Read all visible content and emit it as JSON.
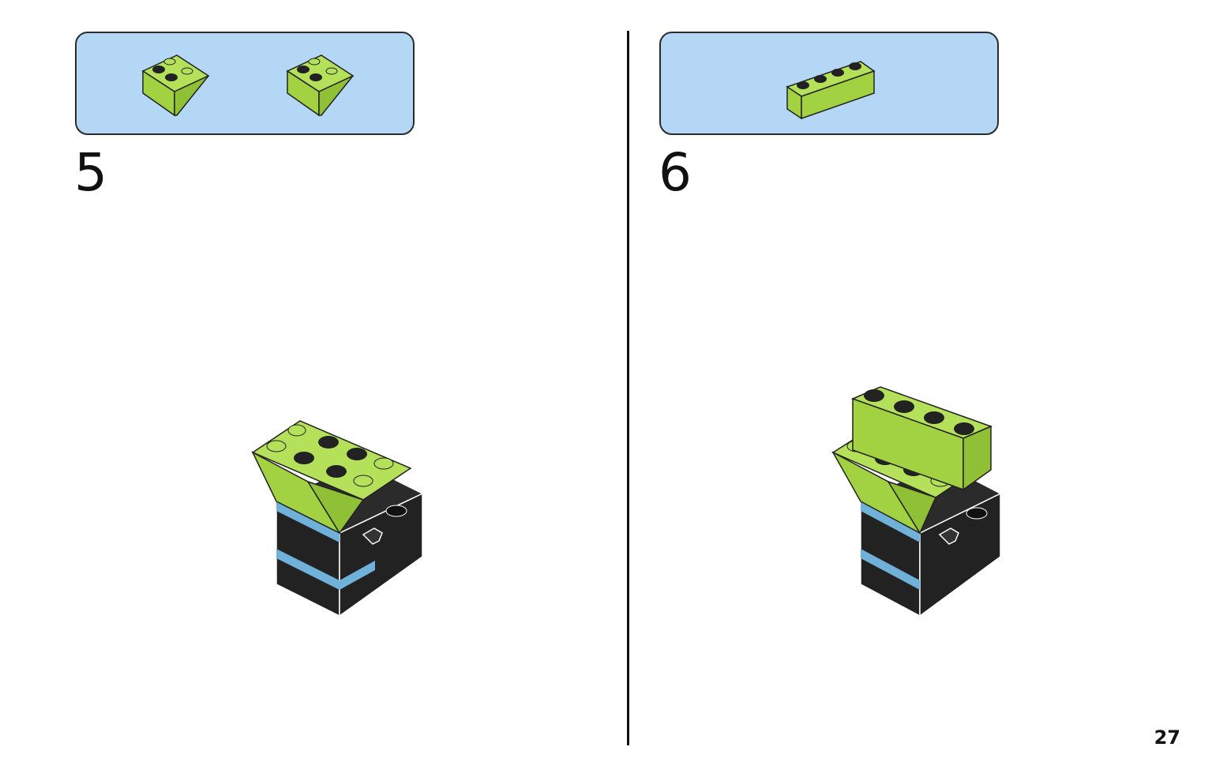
{
  "steps": [
    {
      "number": "5",
      "parts": [
        "lime-inverted-slope-2x2",
        "lime-inverted-slope-2x2"
      ]
    },
    {
      "number": "6",
      "parts": [
        "lime-brick-1x4"
      ]
    }
  ],
  "page_number": "27",
  "colors": {
    "parts_box": "#b3d7f5",
    "lime": "#a2d242",
    "black_brick": "#222222",
    "blue_plate": "#6fb1d9"
  }
}
